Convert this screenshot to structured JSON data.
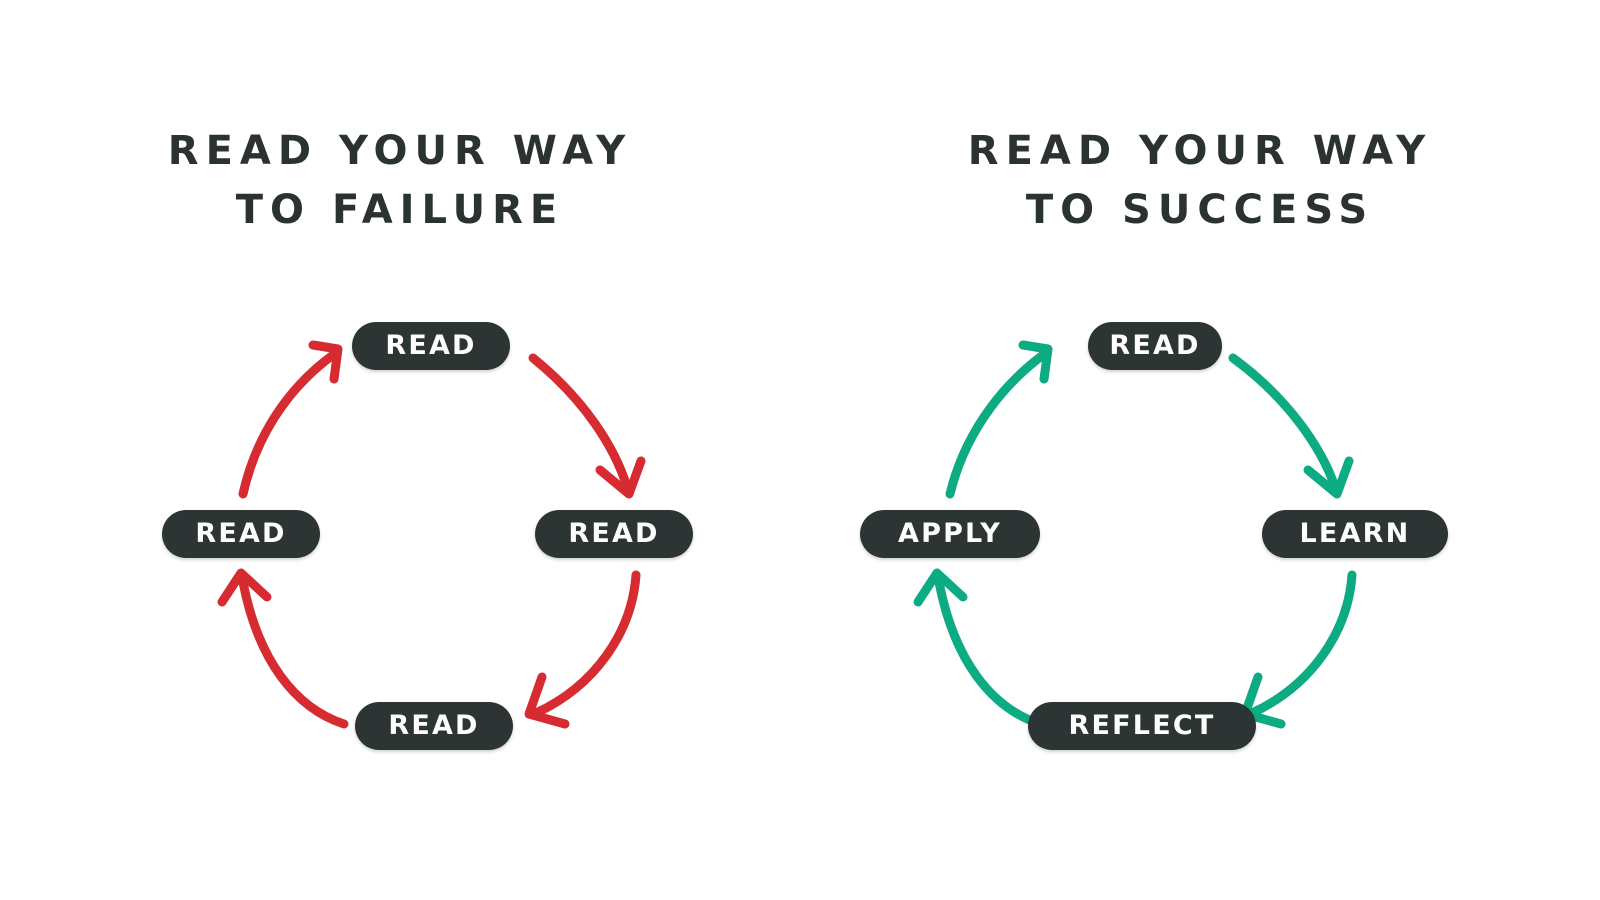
{
  "background": "#ffffff",
  "colors": {
    "node_fill": "#2c3434",
    "node_text": "#fdfdfd",
    "title_text": "#2b3332",
    "failure_arrow": "#d62b30",
    "success_arrow": "#0cab82"
  },
  "panels": [
    {
      "id": "failure",
      "title": "READ YOUR WAY\nTO FAILURE",
      "arrow_color": "#d62b30",
      "nodes": [
        {
          "position": "top",
          "label": "READ"
        },
        {
          "position": "right",
          "label": "READ"
        },
        {
          "position": "bottom",
          "label": "READ"
        },
        {
          "position": "left",
          "label": "READ"
        }
      ]
    },
    {
      "id": "success",
      "title": "READ YOUR WAY\nTO SUCCESS",
      "arrow_color": "#0cab82",
      "nodes": [
        {
          "position": "top",
          "label": "READ"
        },
        {
          "position": "right",
          "label": "LEARN"
        },
        {
          "position": "bottom",
          "label": "REFLECT"
        },
        {
          "position": "left",
          "label": "APPLY"
        }
      ]
    }
  ]
}
